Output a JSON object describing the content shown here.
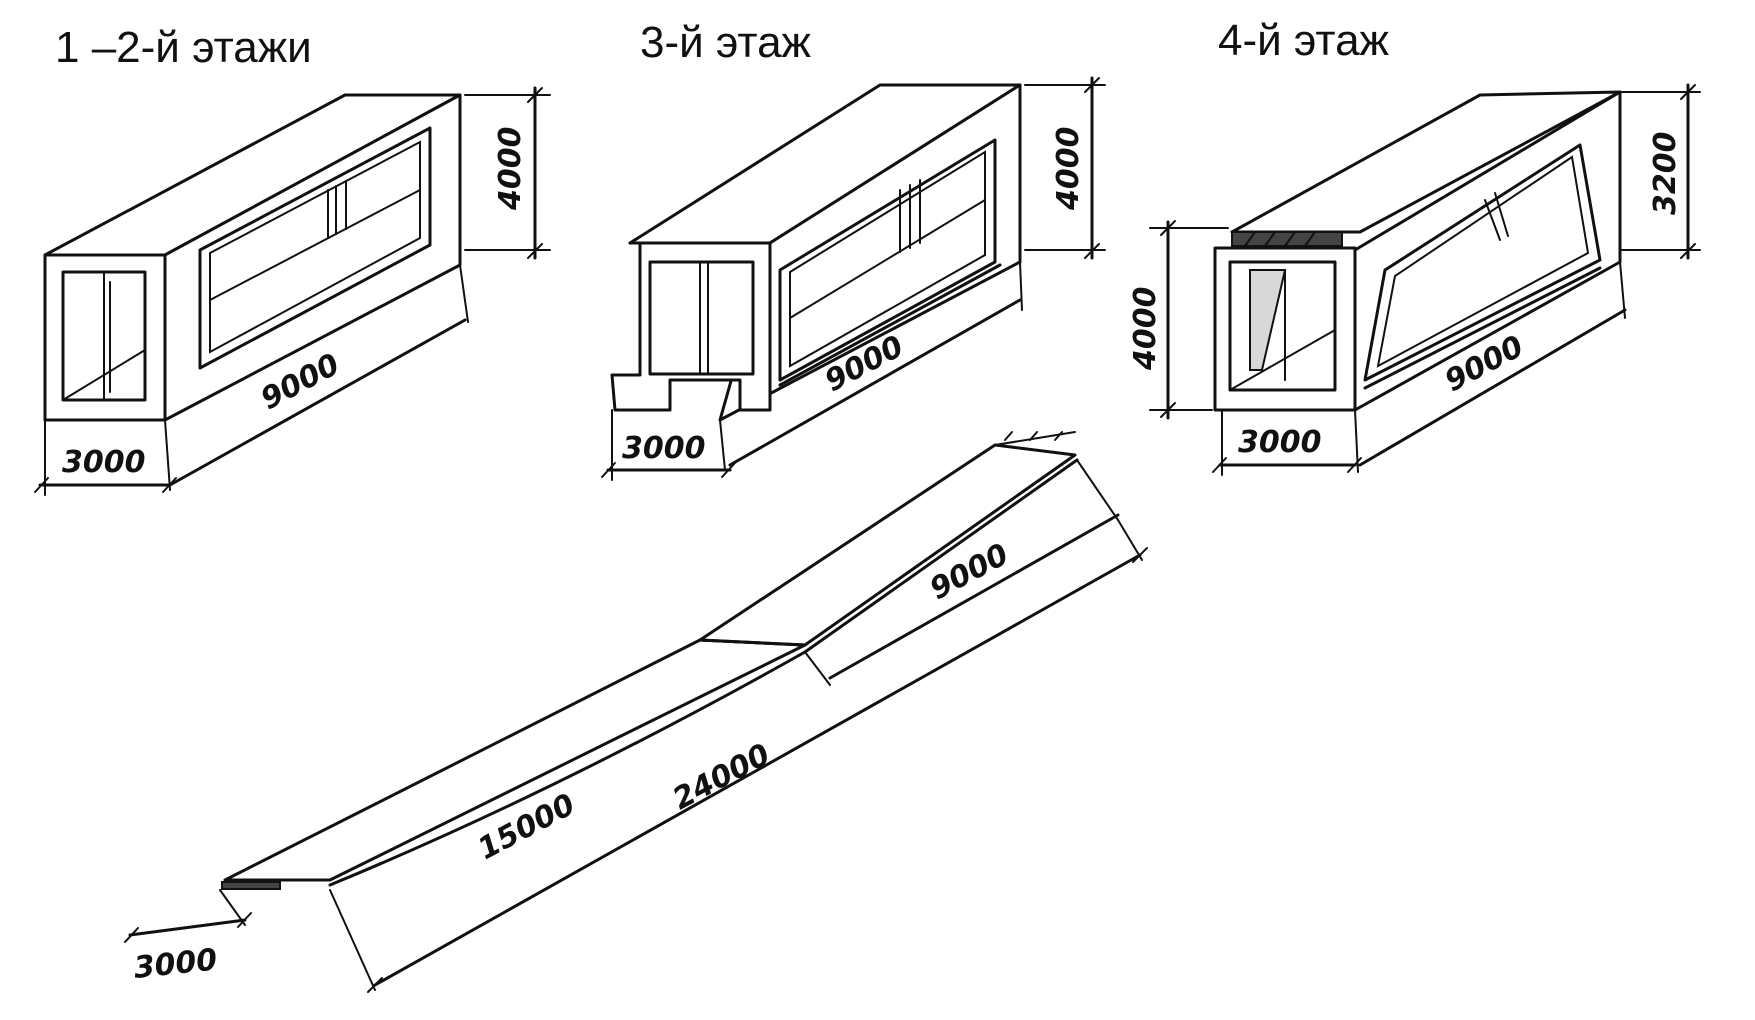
{
  "captions": {
    "module_1": "1 –2-й этажи",
    "module_2": "3-й этаж",
    "module_3": "4-й этаж"
  },
  "module_1": {
    "height": "4000",
    "length": "9000",
    "width": "3000"
  },
  "module_2": {
    "height": "4000",
    "length": "9000",
    "width": "3000"
  },
  "module_3": {
    "height_front": "4000",
    "height_back": "3200",
    "length": "9000",
    "width": "3000"
  },
  "slab": {
    "width": "3000",
    "segment_a": "15000",
    "segment_b": "9000",
    "total": "24000"
  }
}
